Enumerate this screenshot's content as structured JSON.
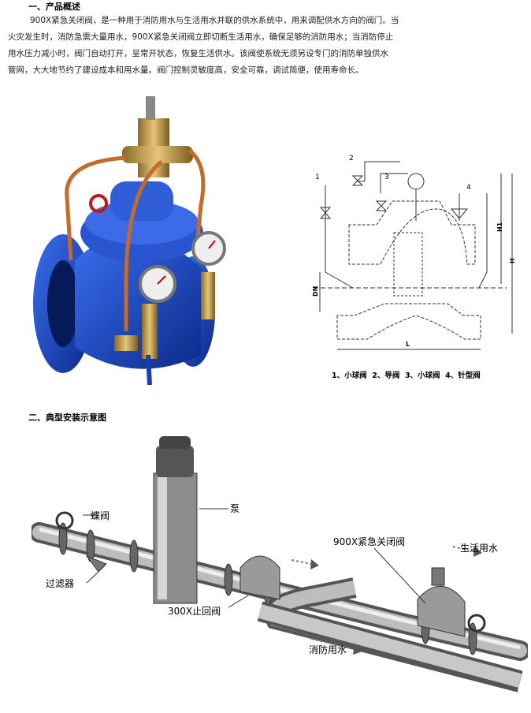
{
  "section1": {
    "heading": "一、产品概述",
    "lines": [
      "900X紧急关闭阀，是一种用于消防用水与生活用水并联的供水系统中，用来调配供水方向的阀门。当",
      "火灾发生时，消防急需大量用水，900X紧急关闭阀立即切断生活用水，确保足够的消防用水；当消防停止",
      "用水压力减小时，阀门自动打开，呈常开状态，恢复生活供水。该阀使系统无须另设专门的消防单独供水",
      "管网，大大地节约了建设成本和用水量。阀门控制灵敏度高，安全可靠，调试简便，使用寿命长。"
    ]
  },
  "diagram": {
    "caption": "1、小球阀  2、导阀  3、小球阀  4、针型阀",
    "labels": {
      "n1": "1",
      "n2": "2",
      "n3": "3",
      "n4": "4",
      "dn": "DN",
      "h1": "H1",
      "h": "H",
      "l": "L"
    }
  },
  "section2": {
    "heading": "二、典型安装示意图",
    "labels": {
      "butterfly": "蝶阀",
      "filter": "过滤器",
      "pump": "泵",
      "check": "300X止回阀",
      "emergency": "900X紧急关闭阀",
      "domestic": "生活用水",
      "fire": "消防用水"
    }
  }
}
